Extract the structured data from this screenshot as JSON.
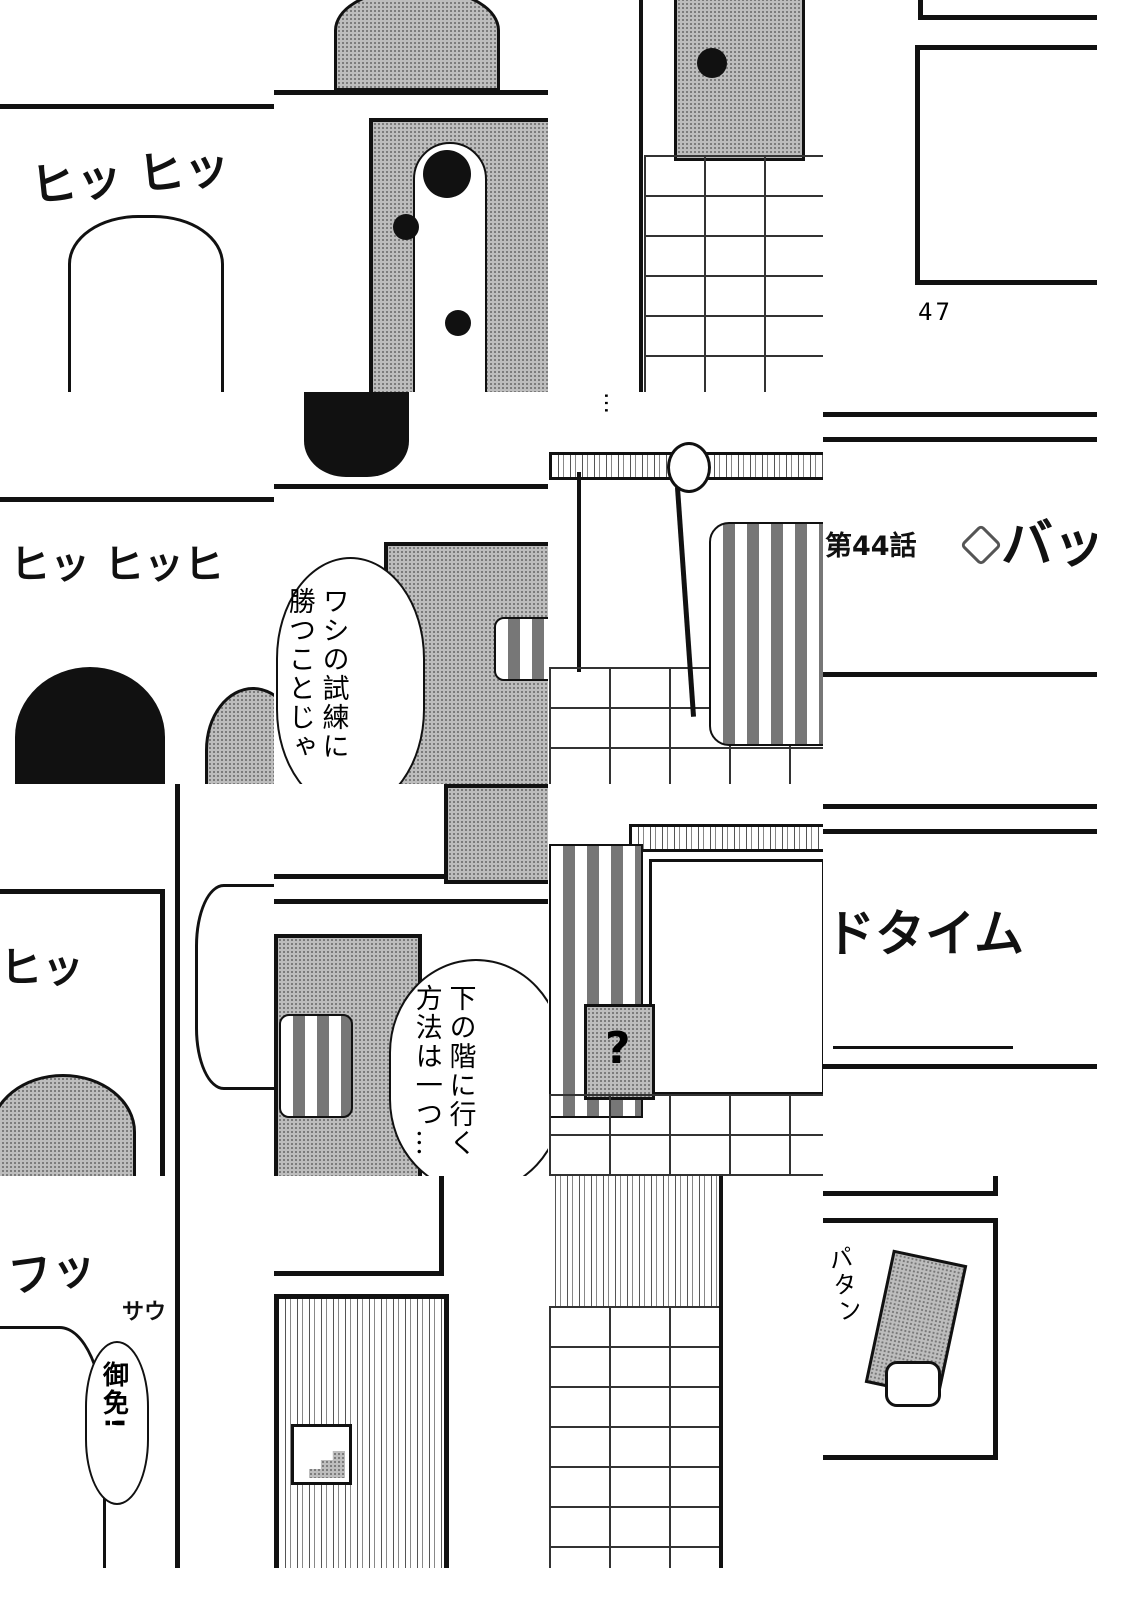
{
  "page": {
    "page_number": "47",
    "chapter_title": "第44話",
    "chapter_sfx_1": "バッ",
    "chapter_sfx_2": "ドタイム"
  },
  "sfx": {
    "laugh_1": "ヒッ ヒッ",
    "laugh_2": "ヒッ ヒッヒ",
    "laugh_3": "ヒッ",
    "whoosh": "フッ",
    "whoosh_small": "サウ",
    "book_close": "パタン",
    "dots": "…",
    "question_box": "?"
  },
  "dialogue": {
    "bubble_1": "ワシの試練に勝つことじゃ",
    "bubble_2": "下の階に行く方法は一つ…",
    "bubble_3": "御免!"
  }
}
